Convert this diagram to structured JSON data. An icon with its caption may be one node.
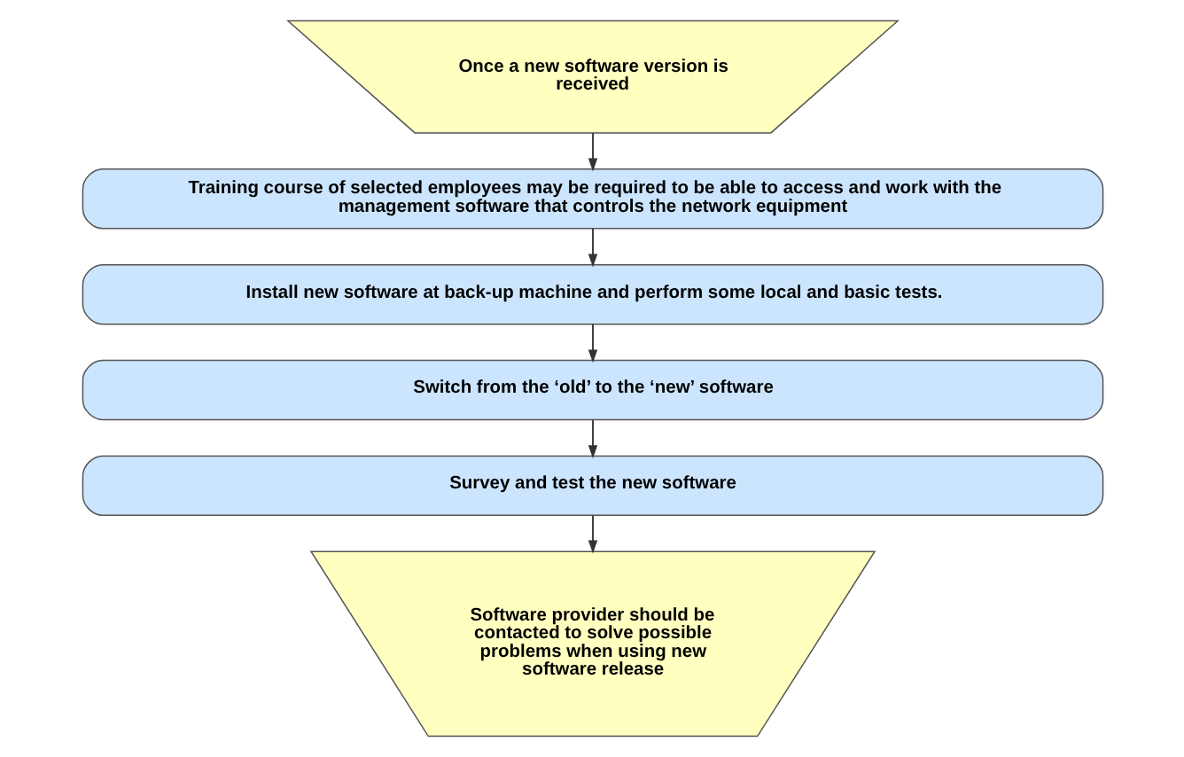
{
  "diagram": {
    "nodes": [
      {
        "text": [
          "Once a new software version is received"
        ]
      },
      {
        "text": [
          "Training course of selected employees may be required to be able to access and work with the management software that controls the network equipment"
        ]
      },
      {
        "text": [
          "Install new software at back-up machine and perform some local and basic tests."
        ]
      },
      {
        "text": [
          "Switch from the ‘old’ to the ‘new’ software"
        ]
      },
      {
        "text": [
          "Survey and test the new software"
        ]
      },
      {
        "text": [
          "Software provider should be contacted to solve possible problems when using new software release"
        ]
      }
    ],
    "edges": [
      {
        "from": 0,
        "to": 1,
        "arrow": "to"
      },
      {
        "from": 1,
        "to": 2,
        "arrow": "to"
      },
      {
        "from": 2,
        "to": 3,
        "arrow": "to"
      },
      {
        "from": 3,
        "to": 4,
        "arrow": "to"
      },
      {
        "from": 4,
        "to": 5,
        "arrow": "to"
      }
    ]
  }
}
